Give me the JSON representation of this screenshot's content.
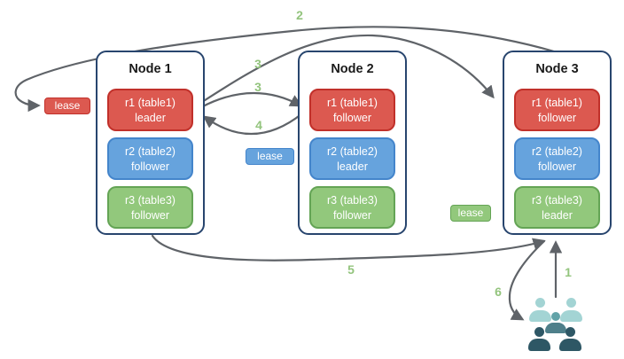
{
  "colors": {
    "red": "#dc5950",
    "red_border": "#c1302a",
    "blue": "#66a3dd",
    "blue_border": "#4485cb",
    "green": "#92c87c",
    "green_border": "#64a455",
    "node_border": "#28456e",
    "arrow": "#5f6368",
    "step_label": "#93c47d",
    "user_light": "#a3d4d4",
    "user_mid": "#62a3a8",
    "user_midbody": "#4e7f8a",
    "user_dark": "#2e5765"
  },
  "nodes": [
    {
      "title": "Node 1",
      "replicas": [
        {
          "line1": "r1 (table1)",
          "line2": "leader",
          "color": "red"
        },
        {
          "line1": "r2 (table2)",
          "line2": "follower",
          "color": "blue"
        },
        {
          "line1": "r3 (table3)",
          "line2": "follower",
          "color": "green"
        }
      ]
    },
    {
      "title": "Node 2",
      "replicas": [
        {
          "line1": "r1 (table1)",
          "line2": "follower",
          "color": "red"
        },
        {
          "line1": "r2 (table2)",
          "line2": "leader",
          "color": "blue"
        },
        {
          "line1": "r3 (table3)",
          "line2": "follower",
          "color": "green"
        }
      ]
    },
    {
      "title": "Node 3",
      "replicas": [
        {
          "line1": "r1 (table1)",
          "line2": "follower",
          "color": "red"
        },
        {
          "line1": "r2 (table2)",
          "line2": "follower",
          "color": "blue"
        },
        {
          "line1": "r3 (table3)",
          "line2": "leader",
          "color": "green"
        }
      ]
    }
  ],
  "leases": [
    {
      "label": "lease",
      "color": "red"
    },
    {
      "label": "lease",
      "color": "blue"
    },
    {
      "label": "lease",
      "color": "green"
    }
  ],
  "steps": {
    "s1": "1",
    "s2": "2",
    "s3a": "3",
    "s3b": "3",
    "s4": "4",
    "s5": "5",
    "s6": "6"
  },
  "icons": {
    "users": "user-group"
  }
}
